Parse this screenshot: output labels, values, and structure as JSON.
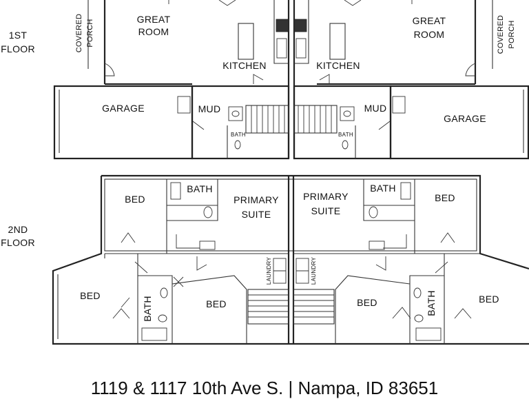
{
  "floors": {
    "first": {
      "label_line1": "1ST",
      "label_line2": "FLOOR"
    },
    "second": {
      "label_line1": "2ND",
      "label_line2": "FLOOR"
    }
  },
  "rooms": {
    "great_room_left_1": "GREAT",
    "great_room_left_2": "ROOM",
    "great_room_right_1": "GREAT",
    "great_room_right_2": "ROOM",
    "kitchen_left": "KITCHEN",
    "kitchen_right": "KITCHEN",
    "covered_porch_left_1": "COVERED",
    "covered_porch_left_2": "PORCH",
    "covered_porch_right_1": "COVERED",
    "covered_porch_right_2": "PORCH",
    "garage_left": "GARAGE",
    "garage_right": "GARAGE",
    "mud_left": "MUD",
    "mud_right": "MUD",
    "bath_small_left": "BATH",
    "bath_small_right": "BATH",
    "bed_upper_left": "BED",
    "bed_upper_right": "BED",
    "bath_upper_left": "BATH",
    "bath_upper_right": "BATH",
    "primary_left_1": "PRIMARY",
    "primary_left_2": "SUITE",
    "primary_right_1": "PRIMARY",
    "primary_right_2": "SUITE",
    "bed_lower_far_left": "BED",
    "bed_lower_left": "BED",
    "bed_lower_right": "BED",
    "bed_lower_far_right": "BED",
    "bath_lower_left": "BATH",
    "bath_lower_right": "BATH",
    "laundry_left": "LAUNDRY",
    "laundry_right": "LAUNDRY"
  },
  "address": "1119 & 1117 10th Ave S. | Nampa, ID 83651"
}
